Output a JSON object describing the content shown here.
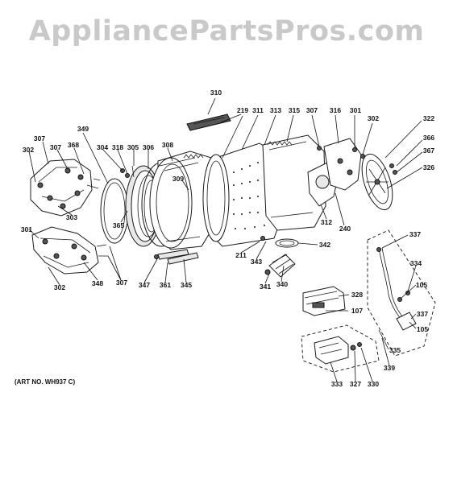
{
  "watermark": "AppliancePartsPros.com",
  "art_number": "(ART NO. WH937 C)",
  "callouts": [
    {
      "id": "310"
    },
    {
      "id": "219"
    },
    {
      "id": "311"
    },
    {
      "id": "313"
    },
    {
      "id": "315"
    },
    {
      "id": "307"
    },
    {
      "id": "316"
    },
    {
      "id": "301"
    },
    {
      "id": "302"
    },
    {
      "id": "322"
    },
    {
      "id": "366"
    },
    {
      "id": "367"
    },
    {
      "id": "326"
    },
    {
      "id": "349"
    },
    {
      "id": "307"
    },
    {
      "id": "302"
    },
    {
      "id": "307"
    },
    {
      "id": "368"
    },
    {
      "id": "304"
    },
    {
      "id": "318"
    },
    {
      "id": "305"
    },
    {
      "id": "306"
    },
    {
      "id": "308"
    },
    {
      "id": "309"
    },
    {
      "id": "303"
    },
    {
      "id": "365"
    },
    {
      "id": "301"
    },
    {
      "id": "312"
    },
    {
      "id": "240"
    },
    {
      "id": "342"
    },
    {
      "id": "211"
    },
    {
      "id": "343"
    },
    {
      "id": "341"
    },
    {
      "id": "340"
    },
    {
      "id": "337"
    },
    {
      "id": "334"
    },
    {
      "id": "105"
    },
    {
      "id": "337"
    },
    {
      "id": "105"
    },
    {
      "id": "335"
    },
    {
      "id": "339"
    },
    {
      "id": "328"
    },
    {
      "id": "107"
    },
    {
      "id": "333"
    },
    {
      "id": "327"
    },
    {
      "id": "330"
    },
    {
      "id": "302"
    },
    {
      "id": "348"
    },
    {
      "id": "307"
    },
    {
      "id": "347"
    },
    {
      "id": "361"
    },
    {
      "id": "345"
    }
  ]
}
